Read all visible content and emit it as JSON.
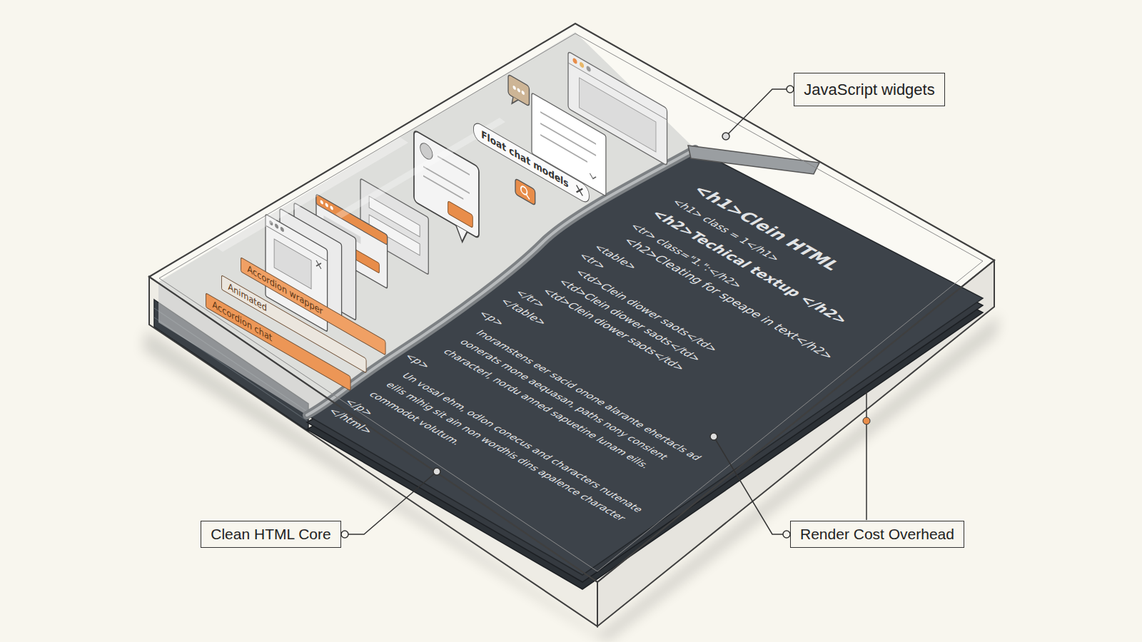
{
  "diagram": {
    "nodes": [
      {
        "text": [
          "JavaScript widgets"
        ]
      },
      {
        "text": [
          "Float chat models"
        ]
      },
      {
        "text": [
          "Accordion wrapper"
        ]
      },
      {
        "text": [
          "Animated"
        ]
      },
      {
        "text": [
          "Accordion chat"
        ]
      },
      {
        "text": [
          "Clean HTML Core"
        ]
      },
      {
        "text": [
          "Render Cost Overhead"
        ]
      }
    ],
    "labels": [
      "<h1>Clein HTML",
      "<h1> class = 1</h1>",
      "<h2>Techical textup </h2>",
      "<tr> class=\"1.\":</h2>",
      "<h2>Cleating for speape in text</h2>",
      "<table>",
      "<tr>",
      "<td>Clein diower saots</td>",
      "<td>Clein diower saots</td>",
      "<td>Clein diower saots</td>",
      "</tr>",
      "</table>",
      "<p>",
      "Inoramstens eer sacid onone alarante ehertacls ad oonerats mone aequasan, paths nony consient characterl, nordu anned sapuetine lunam eilis.",
      "<p>",
      "Un vosal ehm, odlon conecus and characters nutenate eilis mihig sit ain non wordhis dins apalence character commodot volutum.",
      "</p>",
      "</html>"
    ]
  }
}
